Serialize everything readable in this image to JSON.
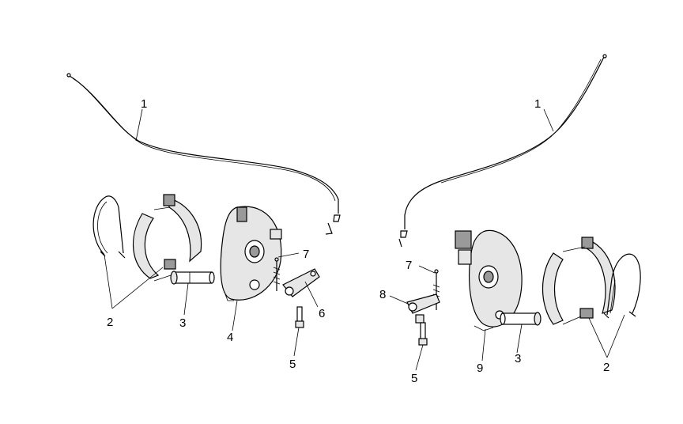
{
  "callouts": {
    "left_1": "1",
    "left_2": "2",
    "left_3": "3",
    "left_4": "4",
    "left_5": "5",
    "left_6": "6",
    "left_7": "7",
    "right_1": "1",
    "right_2": "2",
    "right_3": "3",
    "right_5": "5",
    "right_7": "7",
    "right_8": "8",
    "right_9": "9"
  }
}
